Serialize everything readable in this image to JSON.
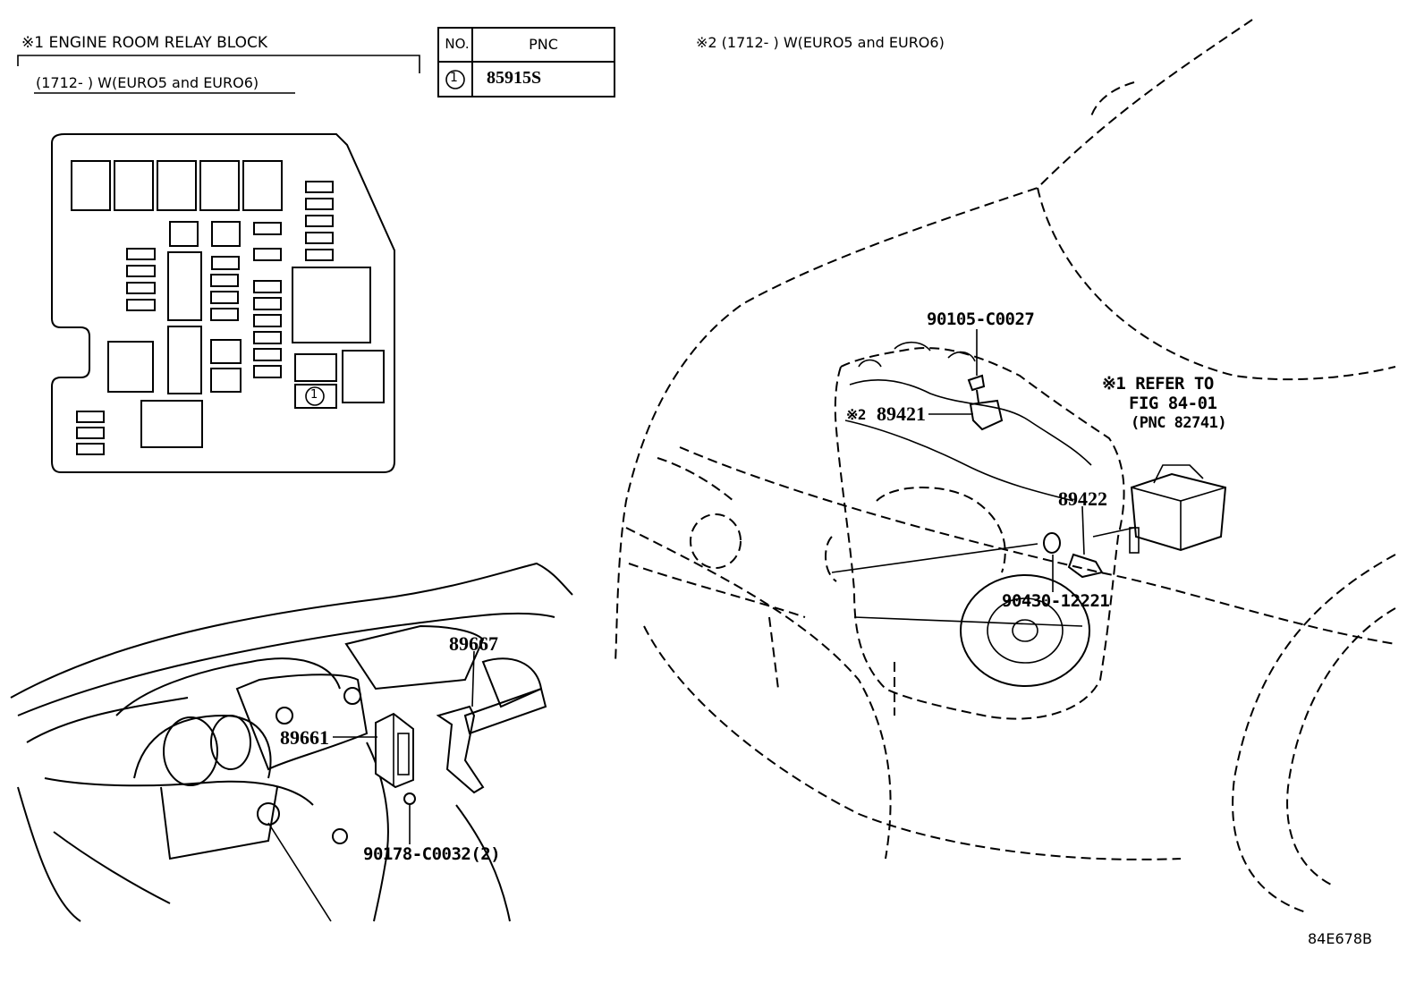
{
  "header": {
    "note1_title": "※1 ENGINE ROOM RELAY BLOCK",
    "note1_sub": "(1712-      ) W(EURO5 and EURO6)",
    "note2": "※2 (1712-      ) W(EURO5 and EURO6)"
  },
  "pnc_table": {
    "col_no": "NO.",
    "col_pnc": "PNC",
    "rows": [
      {
        "no": "1",
        "pnc": "85915S"
      }
    ]
  },
  "relay_block": {
    "marker": "1"
  },
  "callouts": {
    "p90105": "90105-C0027",
    "p89421_prefix": "※2",
    "p89421": "89421",
    "refer_line1": "※1 REFER TO",
    "refer_line2": "FIG 84-01",
    "refer_line3": "(PNC 82741)",
    "p89422": "89422",
    "p90430": "90430-12221",
    "p89667": "89667",
    "p89661": "89661",
    "p90178": "90178-C0032(2)"
  },
  "figure_code": "84E678B"
}
